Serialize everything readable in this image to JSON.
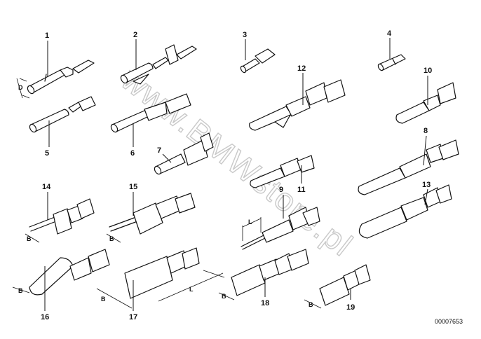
{
  "watermark": "www.BMWstore.pl",
  "part_code": "00007653",
  "dimension_labels": {
    "D": "D",
    "B": "B",
    "L": "L"
  },
  "callouts": [
    "1",
    "2",
    "3",
    "4",
    "5",
    "6",
    "7",
    "8",
    "9",
    "10",
    "11",
    "12",
    "13",
    "14",
    "15",
    "16",
    "17",
    "18",
    "19"
  ]
}
